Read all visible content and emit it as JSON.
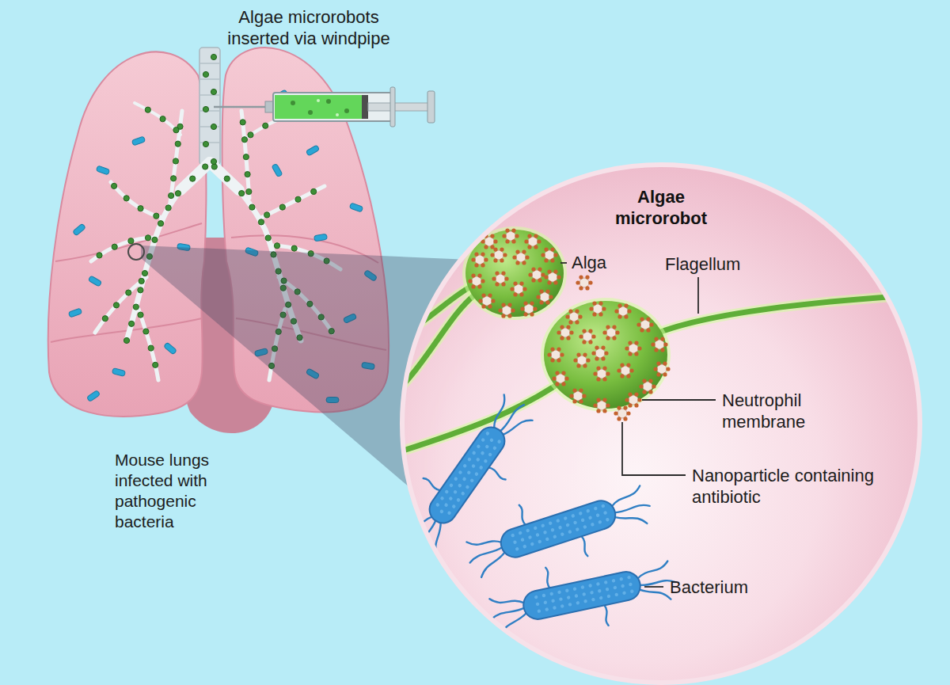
{
  "diagram": {
    "nodes": [
      {
        "text": [
          "Algae microrobot"
        ]
      }
    ],
    "labels": [
      "Algae microrobots inserted via windpipe",
      "Mouse lungs infected with pathogenic bacteria",
      "Alga",
      "Flagellum",
      "Neutrophil membrane",
      "Nanoparticle containing antibiotic",
      "Bacterium"
    ]
  }
}
